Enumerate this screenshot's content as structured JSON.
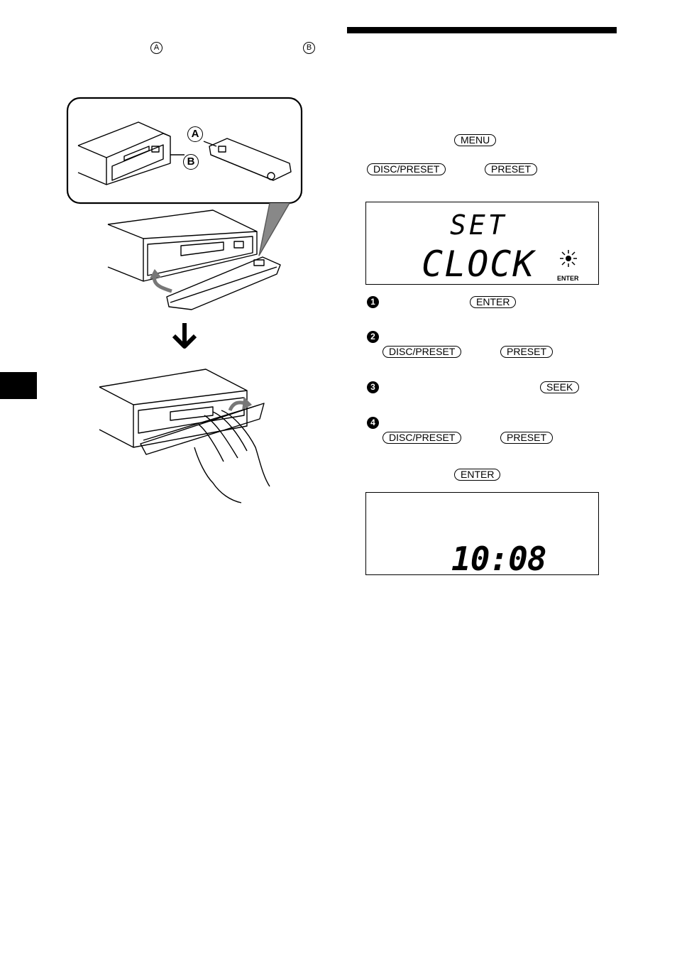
{
  "markers": {
    "a": "A",
    "b": "B"
  },
  "illustration": {
    "callout_a": "A",
    "callout_b": "B"
  },
  "buttons": {
    "menu": "MENU",
    "disc_preset": "DISC/PRESET",
    "preset": "PRESET",
    "enter": "ENTER",
    "seek": "SEEK"
  },
  "display1": {
    "line1": "SET",
    "line2": "CLOCK",
    "indicator": "ENTER"
  },
  "display2": {
    "time": "10:08"
  },
  "steps": [
    "1",
    "2",
    "3",
    "4"
  ]
}
